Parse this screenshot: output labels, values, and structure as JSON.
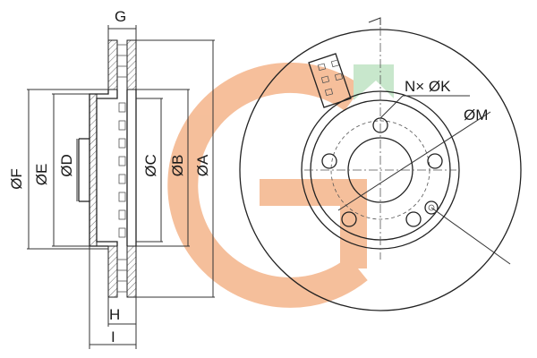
{
  "labels": {
    "G": "G",
    "F": "ØF",
    "E": "ØE",
    "D": "ØD",
    "C": "ØC",
    "B": "ØB",
    "A": "ØA",
    "H": "H",
    "I": "I",
    "NK": "N× ØK",
    "M": "ØM"
  },
  "colors": {
    "logo_orange": "#f4b48a",
    "logo_green": "#bfe3c4",
    "line": "#222222"
  },
  "icons": {
    "logo": "gt-watermark-logo"
  }
}
